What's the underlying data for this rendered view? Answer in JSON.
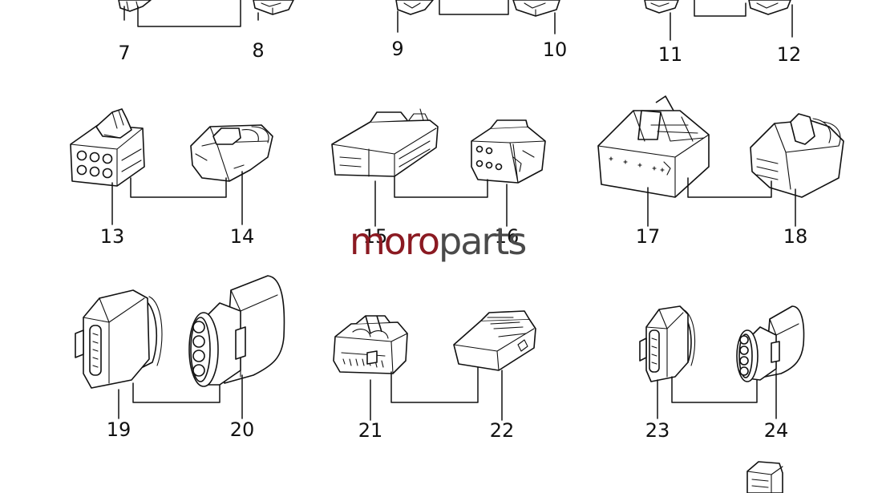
{
  "callouts": [
    "7",
    "8",
    "9",
    "10",
    "11",
    "12",
    "13",
    "14",
    "15",
    "16",
    "17",
    "18",
    "19",
    "20",
    "21",
    "22",
    "23",
    "24"
  ],
  "watermark": {
    "part1": "moro",
    "part2": "parts",
    "color1": "#8b1a22",
    "color2": "#4a4a4a"
  }
}
